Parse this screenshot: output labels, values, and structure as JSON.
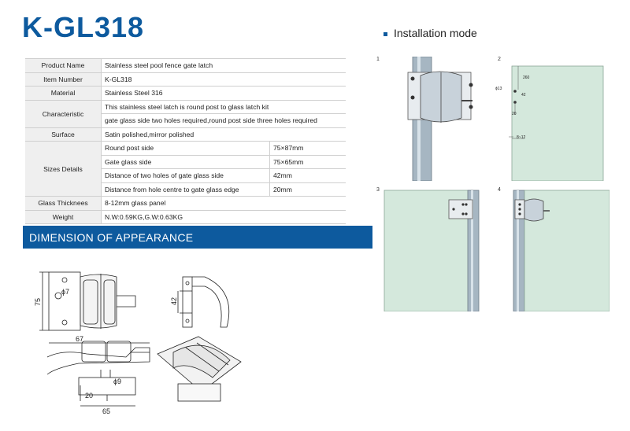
{
  "title": "K-GL318",
  "install_heading": "Installation mode",
  "spec_rows": {
    "product_name": {
      "label": "Product Name",
      "value": "Stainless steel pool fence gate latch"
    },
    "item_number": {
      "label": "Item Number",
      "value": "K-GL318"
    },
    "material": {
      "label": "Material",
      "value": "Stainless Steel 316"
    },
    "characteristic": {
      "label": "Characteristic",
      "line1": "This stainless steel latch   is round post to glass latch kit",
      "line2": "gate glass side two holes required,round post side three holes required"
    },
    "surface": {
      "label": "Surface",
      "value": "Satin polished,mirror polished"
    },
    "sizes": {
      "label": "Sizes Details",
      "items": [
        {
          "name": "Round post side",
          "value": "75×87mm"
        },
        {
          "name": "Gate glass side",
          "value": "75×65mm"
        },
        {
          "name": "Distance of two holes of gate glass side",
          "value": "42mm"
        },
        {
          "name": "Distance from hole centre to gate glass edge",
          "value": "20mm"
        }
      ]
    },
    "glass": {
      "label": "Glass Thicknees",
      "value": "8-12mm glass panel"
    },
    "weight": {
      "label": "Weight",
      "value": "N.W:0.59KG,G.W:0.63KG"
    }
  },
  "dimension_heading": "DIMENSION OF APPEARANCE",
  "dimensions": {
    "height": "75",
    "hole": "ϕ7",
    "spacing": "42",
    "length": "67",
    "post": "ϕ9",
    "offset": "20",
    "width": "65"
  },
  "panels": [
    {
      "num": "1"
    },
    {
      "num": "2",
      "dims": [
        "260",
        "ϕ13",
        "42",
        "20",
        "8~12"
      ]
    },
    {
      "num": "3"
    },
    {
      "num": "4"
    }
  ],
  "colors": {
    "brand": "#0d5a9e",
    "glass": "#d4e8dc",
    "post": "#9fb0bd"
  }
}
